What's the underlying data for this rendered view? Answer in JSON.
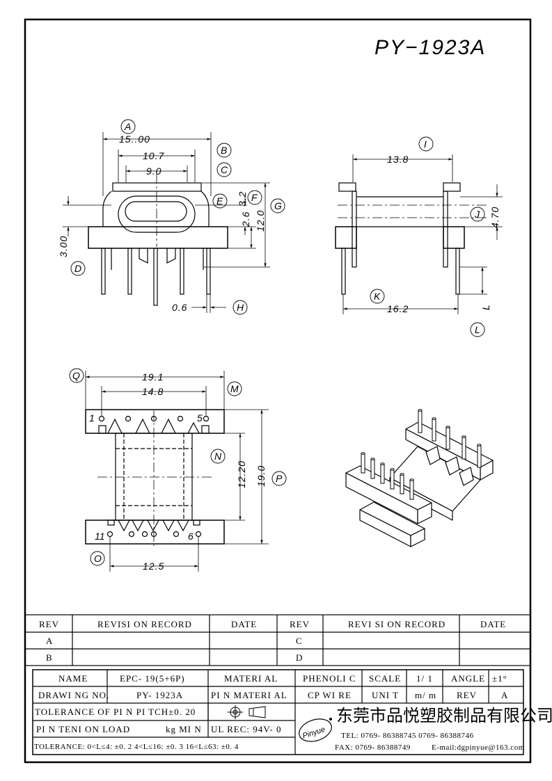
{
  "title": "PY−1923A",
  "dims": {
    "a": "15..00",
    "b10": "10.7",
    "c9": "9.0",
    "h32": "3.2",
    "h26": "2.6",
    "h120": "12.0",
    "d300": "3.00",
    "p06": "0.6",
    "i138": "13.8",
    "j470": "4.70",
    "k162": "16.2",
    "l": "L",
    "q191": "19.1",
    "m148": "14.8",
    "n1220": "12.20",
    "p190": "19.0",
    "o125": "12.5"
  },
  "labels": {
    "A": "A",
    "B": "B",
    "C": "C",
    "D": "D",
    "E": "E",
    "F": "F",
    "G": "G",
    "H": "H",
    "I": "I",
    "J": "J",
    "K": "K",
    "L": "L",
    "M": "M",
    "N": "N",
    "O": "O",
    "P": "P",
    "Q": "Q"
  },
  "pins": {
    "p1": "1",
    "p5": "5",
    "p11": "11",
    "p6": "6"
  },
  "revision": {
    "rev": "REV",
    "record": "REVISI ON  RECORD",
    "date": "DATE",
    "rev2": "REV",
    "record2": "REVI SI ON  RECORD",
    "date2": "DATE",
    "r1": "A",
    "r2": "B",
    "r3": "C",
    "r4": "D"
  },
  "titleblock": {
    "name_l": "NAME",
    "name_v": "EPC- 19(5+6P)",
    "mat_l": "MATERI AL",
    "mat_v": "PHENOLI C",
    "scale_l": "SCALE",
    "scale_v": "1/ 1",
    "angle_l": "ANGLE",
    "angle_v": "±1°",
    "dwg_l": "DRAWI NG  NO.",
    "dwg_v": "PY- 1923A",
    "pin_l": "PI N  MATERI AL",
    "pin_v": "CP  WI RE",
    "unit_l": "UNI T",
    "unit_v": "m/ m",
    "rev_l": "REV",
    "rev_v": "A",
    "tol_pitch": "TOLERANCE  OF  PI N  PI TCH±0. 20",
    "tension": "PI N  TENI ON  LOAD",
    "tension_v": "kg  MI N",
    "ul": "UL  REC: 94V- 0",
    "tol_len": "TOLERANCE: 0<L≤4: ±0. 2   4<L≤16: ±0. 3   16<L≤63: ±0. 4",
    "company": "东莞市品悦塑胶制品有限公司",
    "brand": "Pinyue",
    "tel": "TEL: 0769- 86388745    0769- 86388746",
    "fax": "FAX: 0769- 86388749",
    "email": "E-mail:dgpinyue@163.com"
  }
}
